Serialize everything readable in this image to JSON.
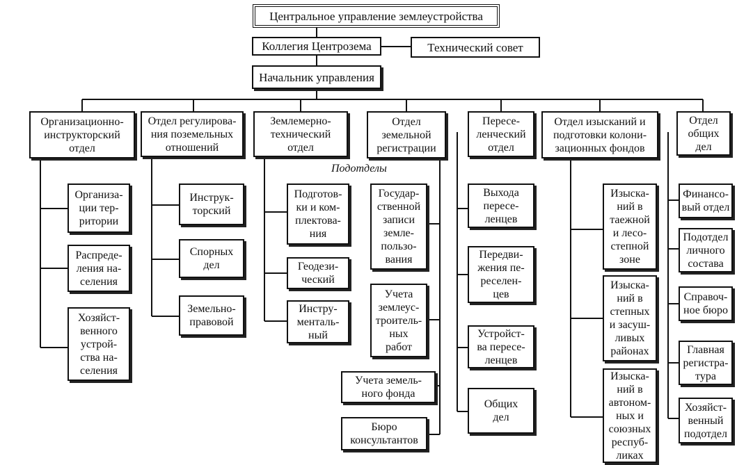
{
  "top": {
    "central": "Центральное управление землеустройства",
    "collegium": "Коллегия Центрозема",
    "tech_council": "Технический совет",
    "head": "Начальник управления"
  },
  "departments": {
    "d1": "Организационно-\nинструкторский\nотдел",
    "d2": "Отдел регулирова-\nния поземельных\nотношений",
    "d3": "Землемерно-\nтехнический\nотдел",
    "d4": "Отдел\nземельной\nрегистрации",
    "d5": "Пересе-\nленческий\nотдел",
    "d6": "Отдел изысканий и\nподготовки колони-\nзационных фондов",
    "d7": "Отдел\nобщих\nдел"
  },
  "subdepartments_label": "Подотделы",
  "subs": {
    "d1": [
      "Организа-\nции тер-\nритории",
      "Распреде-\nления на-\nселения",
      "Хозяйст-\nвенного\nустрой-\nства на-\nселения"
    ],
    "d2": [
      "Инструк-\nторский",
      "Спорных\nдел",
      "Земельно-\nправовой"
    ],
    "d3": [
      "Подготов-\nки и ком-\nплектова-\nния",
      "Геодези-\nческий",
      "Инстру-\nменталь-\nный"
    ],
    "d4": [
      "Государ-\nственной\nзаписи\nземле-\nпользо-\nвания",
      "Учета\nземлеус-\nтроитель-\nных\nработ",
      "Учета земель-\nного фонда",
      "Бюро\nконсультантов"
    ],
    "d5": [
      "Выхода\nпересе-\nленцев",
      "Передви-\nжения пе-\nреселен-\nцев",
      "Устройст-\nва пересе-\nленцев",
      "Общих\nдел"
    ],
    "d6": [
      "Изыска-\nний в\nтаежной\nи лесо-\nстепной\nзоне",
      "Изыска-\nний в\nстепных\nи засуш-\nливых\nрайонах",
      "Изыска-\nний в\nавтоном-\nных и\nсоюзных\nреспуб-\nликах"
    ],
    "d7": [
      "Финансо-\nвый отдел",
      "Подотдел\nличного\nсостава",
      "Справоч-\nное бюро",
      "Главная\nрегистра-\nтура",
      "Хозяйст-\nвенный\nподотдел"
    ]
  }
}
